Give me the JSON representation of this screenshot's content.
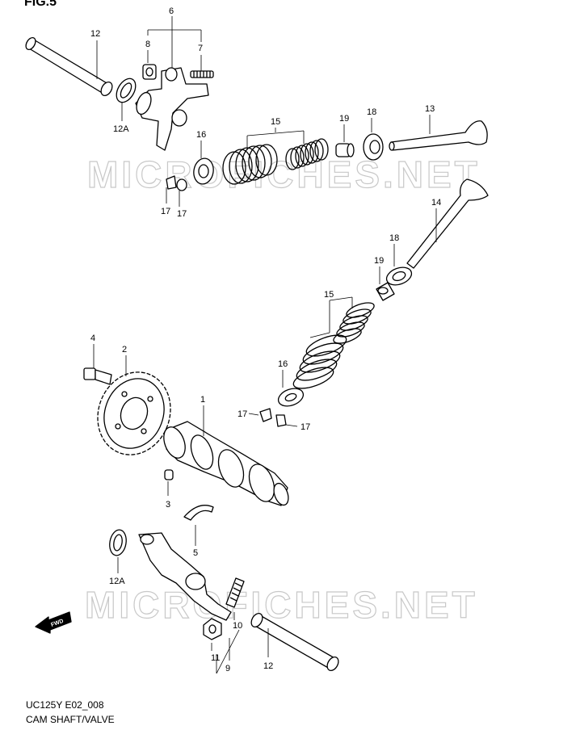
{
  "figure": {
    "heading": "FIG.5"
  },
  "caption": {
    "code": "UC125Y E02_008",
    "title": "CAM SHAFT/VALVE"
  },
  "watermark": {
    "text": "MICROFICHES.NET"
  },
  "fwd_badge": {
    "text": "FWD"
  },
  "part_labels": [
    {
      "id": "12",
      "text": "12"
    },
    {
      "id": "6",
      "text": "6"
    },
    {
      "id": "8",
      "text": "8"
    },
    {
      "id": "7",
      "text": "7"
    },
    {
      "id": "12a-top",
      "text": "12A"
    },
    {
      "id": "16-top",
      "text": "16"
    },
    {
      "id": "15-top",
      "text": "15"
    },
    {
      "id": "19-top",
      "text": "19"
    },
    {
      "id": "18-top",
      "text": "18"
    },
    {
      "id": "13",
      "text": "13"
    },
    {
      "id": "17-top-a",
      "text": "17"
    },
    {
      "id": "17-top-b",
      "text": "17"
    },
    {
      "id": "14",
      "text": "14"
    },
    {
      "id": "18-mid",
      "text": "18"
    },
    {
      "id": "19-mid",
      "text": "19"
    },
    {
      "id": "15-mid",
      "text": "15"
    },
    {
      "id": "16-mid",
      "text": "16"
    },
    {
      "id": "17-mid-a",
      "text": "17"
    },
    {
      "id": "17-mid-b",
      "text": "17"
    },
    {
      "id": "4",
      "text": "4"
    },
    {
      "id": "2",
      "text": "2"
    },
    {
      "id": "1",
      "text": "1"
    },
    {
      "id": "3",
      "text": "3"
    },
    {
      "id": "5",
      "text": "5"
    },
    {
      "id": "12a-bottom",
      "text": "12A"
    },
    {
      "id": "10",
      "text": "10"
    },
    {
      "id": "11",
      "text": "11"
    },
    {
      "id": "9",
      "text": "9"
    },
    {
      "id": "12-bottom",
      "text": "12"
    }
  ]
}
